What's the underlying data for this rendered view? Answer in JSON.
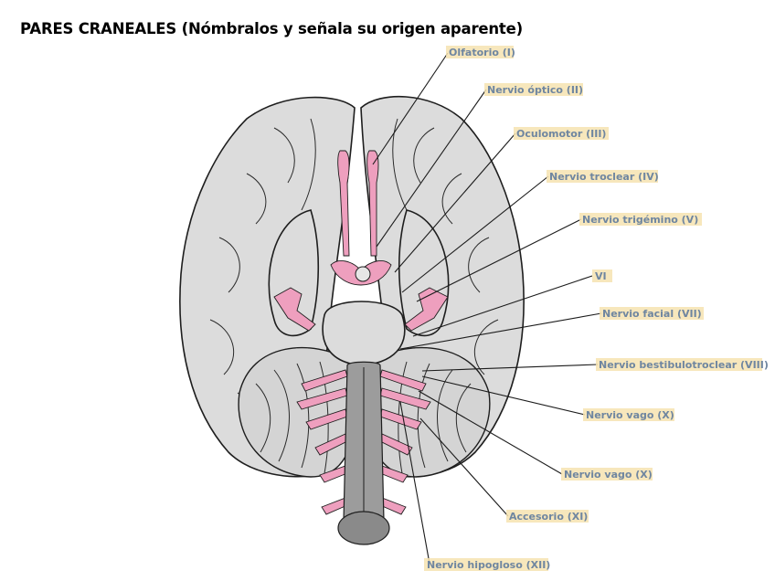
{
  "title": "PARES CRANEALES (Nómbralos y señala su origen aparente)",
  "labels": [
    "Olfatorio (I)",
    "Nervio óptico (II)",
    "Oculomotor (III)",
    "Nervio troclear (IV)",
    "Nervio trigémino (V)",
    "VI",
    "Nervio facial (VII)",
    "Nervio bestibulotroclear (VIII)",
    "Nervio vago (X)",
    "Nervio vago (X)",
    "Accesorio (XI)",
    "Nervio hipogloso (XII)"
  ],
  "colors": {
    "nerve": "#ee9fbe",
    "brain": "#dcdcdc",
    "label_text": "#6f86a0",
    "label_highlight": "#f6e3b0"
  }
}
